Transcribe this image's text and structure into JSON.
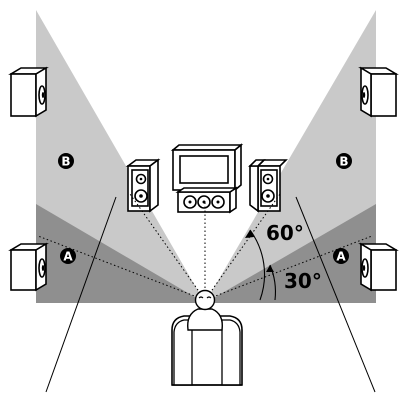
{
  "diagram": {
    "zones": [
      {
        "id": "B",
        "label": "B",
        "shade": "#c9c9c9"
      },
      {
        "id": "A",
        "label": "A",
        "shade": "#8f8f8f"
      }
    ],
    "angles": [
      {
        "label": "60°",
        "value_deg": 60
      },
      {
        "label": "30°",
        "value_deg": 30
      }
    ],
    "colors": {
      "light_zone": "#c9c9c9",
      "dark_zone": "#8f8f8f",
      "outline": "#000000",
      "badge": "#000000",
      "background": "#ffffff"
    },
    "icons": [
      "side-speaker-icon",
      "front-speaker-icon",
      "tv-icon",
      "center-speaker-icon",
      "listener-icon",
      "armchair-icon"
    ]
  }
}
